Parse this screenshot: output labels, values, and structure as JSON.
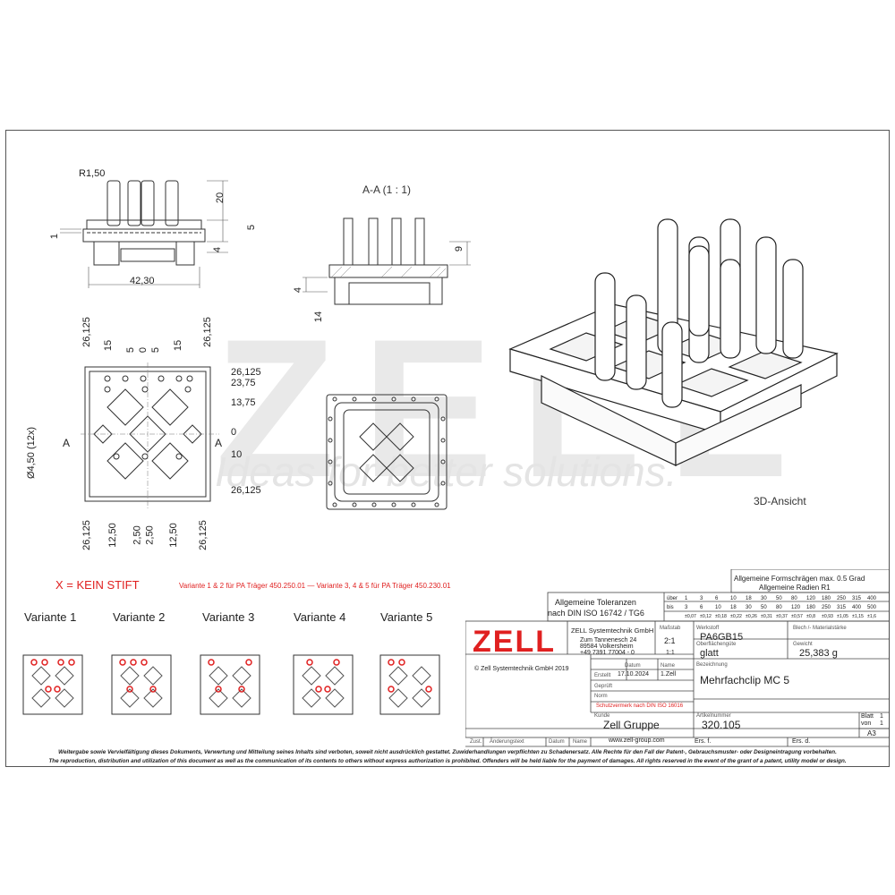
{
  "drawing": {
    "dims_top_view": {
      "radius": "R1,50",
      "height_20": "20",
      "dim_5": "5",
      "dim_1": "1",
      "dim_4": "4",
      "width": "42,30"
    },
    "section": {
      "title": "A-A (1 : 1)",
      "dim_9": "9",
      "dim_4": "4",
      "dim_14": "14"
    },
    "plan_dims": {
      "left_26125": "26,125",
      "d15a": "15",
      "d5a": "5",
      "d0": "0",
      "d5b": "5",
      "d15b": "15",
      "right_26125": "26,125",
      "r_26125": "26,125",
      "r_2375": "23,75",
      "r_1375": "13,75",
      "r_0": "0",
      "r_10": "10",
      "r_bottom_26125": "26,125",
      "hole": "Ø4,50 (12x)",
      "section_marker": "A",
      "b_26125_l": "26,125",
      "b_1250_l": "12,50",
      "b_250_l": "2,50",
      "b_250_r": "2,50",
      "b_1250_r": "12,50",
      "b_26125_r": "26,125"
    },
    "view_3d_label": "3D-Ansicht"
  },
  "watermark": {
    "logo": "ZELL",
    "slogan": "Ideas for better solutions."
  },
  "notes": {
    "kein_stift": "X = KEIN STIFT",
    "variants_note": "Variante 1 & 2 für PA Träger 450.250.01 — Variante 3, 4 & 5 für PA Träger 450.230.01"
  },
  "variants": [
    {
      "label": "Variante 1"
    },
    {
      "label": "Variante 2"
    },
    {
      "label": "Variante 3"
    },
    {
      "label": "Variante 4"
    },
    {
      "label": "Variante 5"
    }
  ],
  "title_block": {
    "general_draft": "Allgemeine Formschrägen max. 0.5 Grad",
    "general_radii": "Allgemeine Radien R1",
    "tolerances_title": "Allgemeine Toleranzen",
    "tolerances_norm": "nach DIN ISO 16742 / TG6",
    "tol_over_label": "über",
    "tol_to_label": "bis",
    "tol_over": [
      "1",
      "3",
      "6",
      "10",
      "18",
      "30",
      "50",
      "80",
      "120",
      "180",
      "250",
      "315",
      "400"
    ],
    "tol_to": [
      "3",
      "6",
      "10",
      "18",
      "30",
      "50",
      "80",
      "120",
      "180",
      "250",
      "315",
      "400",
      "500"
    ],
    "tol_values": [
      "±0,07",
      "±0,12",
      "±0,18",
      "±0,22",
      "±0,26",
      "±0,31",
      "±0,37",
      "±0,57",
      "±0,8",
      "±0,93",
      "±1,05",
      "±1,15",
      "±1,6"
    ],
    "logo": "ZELL",
    "company": "ZELL Systemtechnik GmbH",
    "street": "Zum Tannenesch 24",
    "city": "89584 Volkersheim",
    "phone": "+49 7391 77004 - 0",
    "scale_label": "Maßstab",
    "scale_main": "2:1",
    "scale_sub": "1:1",
    "material_label": "Werkstoff",
    "material": "PA6GB15",
    "sheet_thickness_label": "Blech /- Materialstärke",
    "surface_label": "Oberflächengüte",
    "surface": "glatt",
    "weight_label": "Gewicht",
    "weight": "25,383 g",
    "copyright": "© Zell Systemtechnik GmbH 2019",
    "date_header": "Datum",
    "name_header": "Name",
    "created_label": "Erstellt",
    "created_date": "17.10.2024",
    "created_name": "1.Zell",
    "checked_label": "Geprüft",
    "norm_label": "Norm",
    "protection": "Schutzvermerk nach DIN ISO 16016",
    "designation_label": "Bezeichnung",
    "designation": "Mehrfachclip MC 5",
    "customer_label": "Kunde",
    "customer": "Zell Gruppe",
    "article_label": "Artikelnummer",
    "article": "320.105",
    "sheet_label": "Blatt",
    "sheet_no": "1",
    "of_label": "von",
    "of_no": "1",
    "format": "A3",
    "rev_zust": "Zust.",
    "rev_change": "Änderungstext",
    "rev_date": "Datum",
    "rev_name": "Name",
    "website": "www.zell-group.com",
    "replacement_for": "Ers. f.",
    "replaced_by": "Ers. d."
  },
  "legal": {
    "de": "Weitergabe sowie Vervielfältigung dieses Dokuments, Verwertung und Mitteilung seines Inhalts sind verboten, soweit nicht ausdrücklich gestattet. Zuwiderhandlungen verpflichten zu Schadenersatz. Alle Rechte für den Fall der Patent-, Gebrauchsmuster- oder Designeintragung vorbehalten.",
    "en": "The reproduction, distribution and utilization of this document as well as the communication of its contents to others without express authorization is prohibited. Offenders will be held liable for the payment of damages. All rights reserved in the event of the grant of a patent, utility model or design."
  }
}
